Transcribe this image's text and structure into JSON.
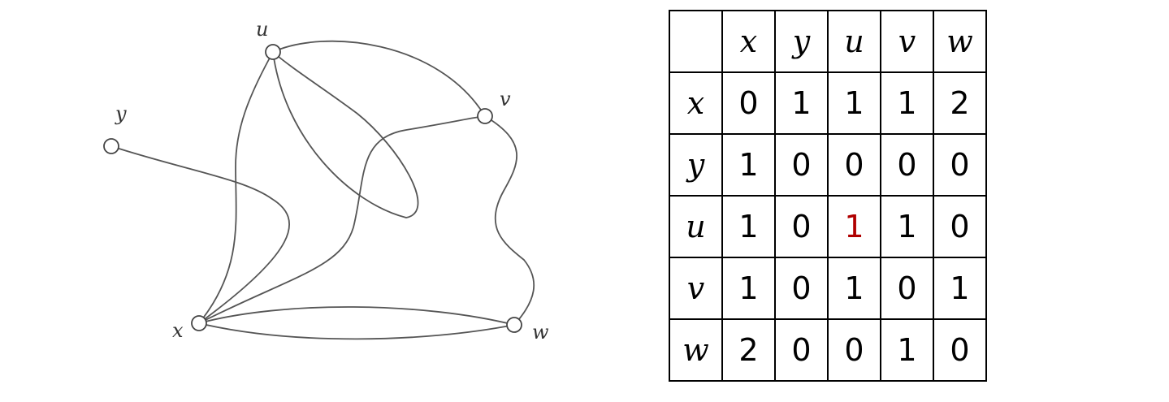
{
  "graph": {
    "vertex_labels": {
      "u": "u",
      "v": "v",
      "y": "y",
      "x": "x",
      "w": "w"
    }
  },
  "matrix": {
    "column_headers": [
      "x",
      "y",
      "u",
      "v",
      "w"
    ],
    "rows": [
      {
        "header": "x",
        "values": [
          "0",
          "1",
          "1",
          "1",
          "2"
        ]
      },
      {
        "header": "y",
        "values": [
          "1",
          "0",
          "0",
          "0",
          "0"
        ]
      },
      {
        "header": "u",
        "values": [
          "1",
          "0",
          "1",
          "1",
          "0"
        ]
      },
      {
        "header": "v",
        "values": [
          "1",
          "0",
          "1",
          "0",
          "1"
        ]
      },
      {
        "header": "w",
        "values": [
          "2",
          "0",
          "0",
          "1",
          "0"
        ]
      }
    ],
    "highlight": {
      "row": 2,
      "col": 2,
      "color": "#b00000"
    },
    "default_color": "#000000"
  }
}
